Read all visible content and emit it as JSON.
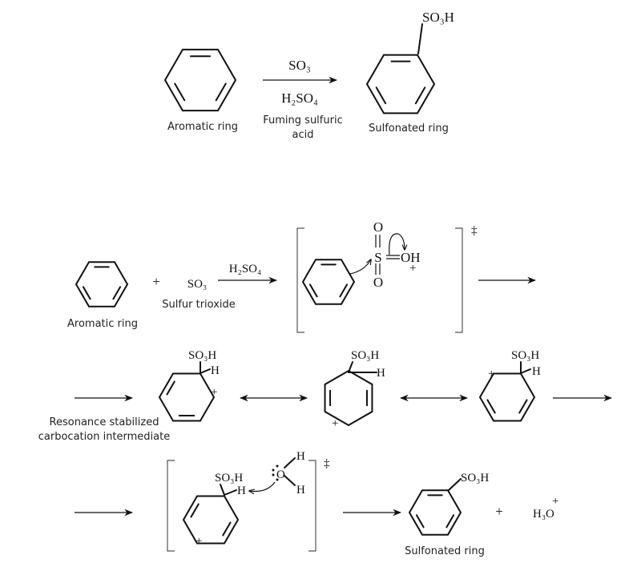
{
  "top_reaction": {
    "reagent_above": "SO₃",
    "reagent_below": "H₂SO₄",
    "reactant_label": "Aromatic ring",
    "condition_line1": "Fuming sulfuric",
    "condition_line2": "acid",
    "product_group": "SO₃H",
    "product_label": "Sulfonated ring"
  },
  "mechanism": {
    "step1": {
      "plus": "+",
      "reagent": "SO₃",
      "reagent_label": "Sulfur trioxide",
      "catalyst": "H₂SO₄",
      "reactant_label": "Aromatic ring",
      "ts_atoms": {
        "s": "S",
        "o_top": "O",
        "o_bottom": "O",
        "oh": "OH",
        "charge": "+"
      },
      "ts_mark": "‡"
    },
    "step2": {
      "group": "SO₃H",
      "h": "H",
      "charge": "+",
      "label_line1": "Resonance stabilized",
      "label_line2": "carbocation intermediate"
    },
    "step3": {
      "group": "SO₃H",
      "h": "H",
      "charge": "+",
      "water_o": "O",
      "water_h1": "H",
      "water_h2": "H",
      "ts_mark": "‡",
      "product_group": "SO₃H",
      "plus": "+",
      "hydronium": "H₃O",
      "hydronium_charge": "+",
      "product_label": "Sulfonated ring"
    }
  }
}
